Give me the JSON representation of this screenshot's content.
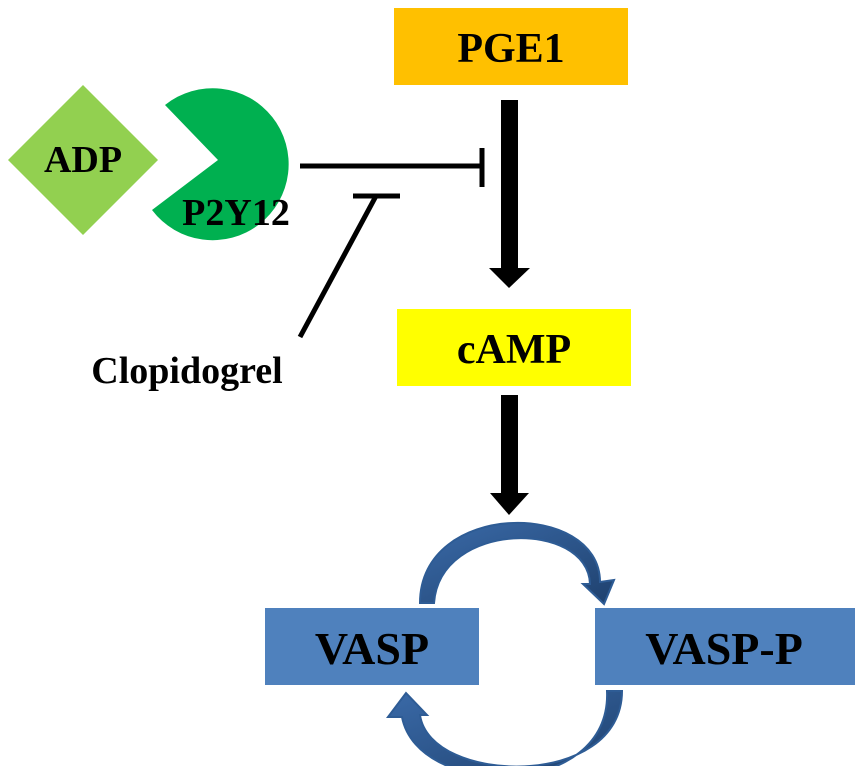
{
  "diagram": {
    "type": "signaling-pathway",
    "nodes": {
      "adp": {
        "label": "ADP",
        "shape": "diamond",
        "color": "#92D050"
      },
      "p2y12": {
        "label": "P2Y12",
        "shape": "pacman-receptor",
        "color": "#00B050"
      },
      "pge1": {
        "label": "PGE1",
        "shape": "rectangle",
        "color": "#FFC000"
      },
      "camp": {
        "label": "cAMP",
        "shape": "rectangle",
        "color": "#FFFF00"
      },
      "vasp": {
        "label": "VASP",
        "shape": "rectangle",
        "color": "#4F81BD"
      },
      "vasp_p": {
        "label": "VASP-P",
        "shape": "rectangle",
        "color": "#4F81BD"
      },
      "clopidogrel": {
        "label": "Clopidogrel",
        "shape": "text"
      }
    },
    "edges": [
      {
        "from": "ADP",
        "to": "P2Y12",
        "type": "binds"
      },
      {
        "from": "P2Y12",
        "to": "PGE1→cAMP",
        "type": "inhibits"
      },
      {
        "from": "Clopidogrel",
        "to": "P2Y12 inhibition",
        "type": "inhibits"
      },
      {
        "from": "PGE1",
        "to": "cAMP",
        "type": "activates"
      },
      {
        "from": "cAMP",
        "to": "VASP cycle",
        "type": "activates"
      },
      {
        "from": "VASP",
        "to": "VASP-P",
        "type": "conversion"
      },
      {
        "from": "VASP-P",
        "to": "VASP",
        "type": "conversion"
      }
    ],
    "colors": {
      "arrow": "#000000",
      "cycle_arrow": "#2E5C95",
      "cycle_arrow_dark": "#1F416E"
    }
  }
}
